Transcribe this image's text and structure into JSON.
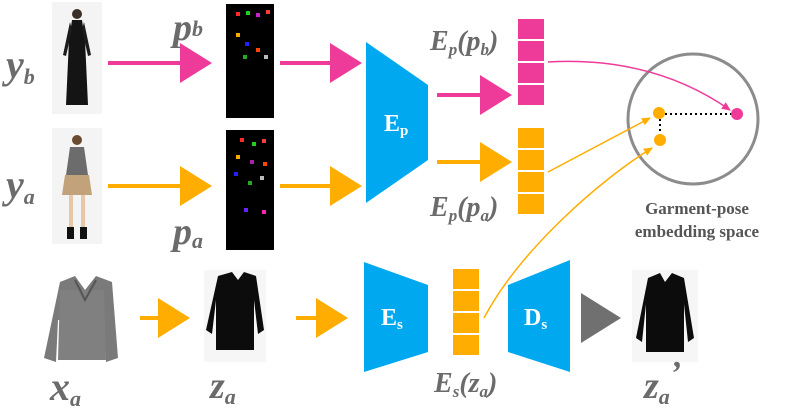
{
  "labels": {
    "y_b": {
      "main": "y",
      "sub": "b"
    },
    "y_a": {
      "main": "y",
      "sub": "a"
    },
    "x_a": {
      "main": "x",
      "sub": "a"
    },
    "p_b": {
      "main": "p",
      "sub": "b"
    },
    "p_a": {
      "main": "p",
      "sub": "a"
    },
    "z_a": {
      "main": "z",
      "sub": "a"
    },
    "z_a_prime": {
      "main": "z",
      "sub": "a",
      "prime": "’"
    },
    "Ep_pb": {
      "pre": "E",
      "psub": "p",
      "arg": "(p",
      "asub": "b",
      "close": ")"
    },
    "Ep_pa": {
      "pre": "E",
      "psub": "p",
      "arg": "(p",
      "asub": "a",
      "close": ")"
    },
    "Es_za": {
      "pre": "E",
      "psub": "s",
      "arg": "(z",
      "asub": "a",
      "close": ")"
    }
  },
  "encoders": {
    "Ep": {
      "main": "E",
      "sub": "p"
    },
    "Es": {
      "main": "E",
      "sub": "s"
    },
    "Ds": {
      "main": "D",
      "sub": "s"
    }
  },
  "embedding_space": {
    "line1": "Garment-pose",
    "line2": "embedding space"
  },
  "colors": {
    "pink": "#ee3b9a",
    "orange": "#ffad00",
    "blue": "#00a8f0",
    "gray": "#707070",
    "label_gray": "#6b6b6b"
  }
}
